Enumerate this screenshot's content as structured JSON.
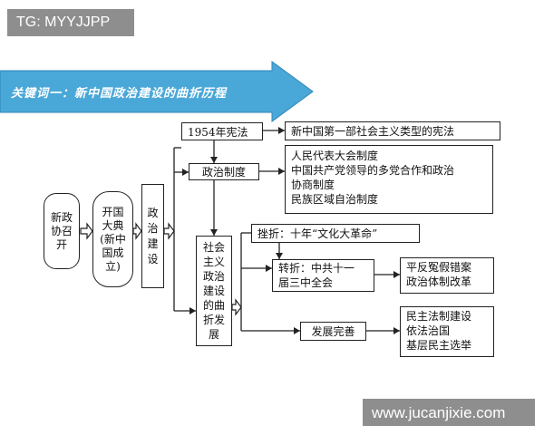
{
  "watermark_top": "TG: MYYJJPP",
  "watermark_bottom": "www.jucanjixie.com",
  "banner": {
    "title": "关键词一：新中国政治建设的曲折历程"
  },
  "nodes": {
    "xinzheng": "新政协召开",
    "kaiguo": "开国大典(新中国成立)",
    "zhengzhi_jianshe": "政治建设",
    "xianfa_1954": "1954年宪法",
    "xianfa_desc": "新中国第一部社会主义类型的宪法",
    "zhengzhi_zhidu": "政治制度",
    "zhidu_items": [
      "人民代表大会制度",
      "中国共产党领导的多党合作和政治",
      "协商制度",
      "民族区域自治制度"
    ],
    "quzhe": "社会主义政治建设的曲折发展",
    "cuozhe": "挫折：十年“文化大革命”",
    "zhuanzhe": [
      "转折：中共十一",
      "届三中全会"
    ],
    "zhuanzhe_result": [
      "平反冤假错案",
      "政治体制改革"
    ],
    "fazhan": "发展完善",
    "fazhan_result": [
      "民主法制建设",
      "依法治国",
      "基层民主选举"
    ]
  }
}
